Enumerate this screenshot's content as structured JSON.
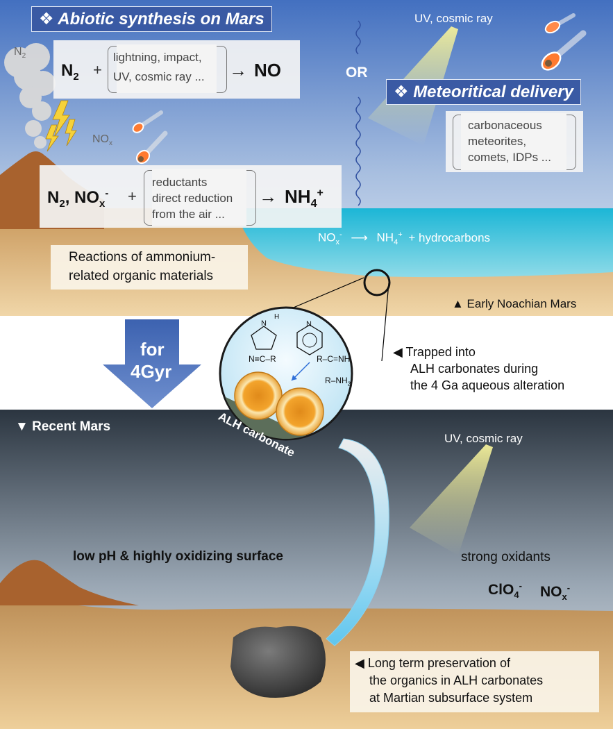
{
  "colors": {
    "banner": "#3a5aa4",
    "sky_top": "#3f6bbd",
    "ocean": "#2fb8d2",
    "sand": "#dfb983",
    "recent_sky": "#2e3945",
    "arrow": "#3a5aa4"
  },
  "top": {
    "banner_abiotic": "Abiotic synthesis on Mars",
    "banner_meteor": "Meteoritical delivery",
    "or": "OR",
    "uv_top": "UV, cosmic ray",
    "n2_cloud": "N",
    "n2_cloud_sub": "2",
    "nox_label": "NO",
    "nox_label_sub": "x",
    "eq1": {
      "lhs": "N",
      "lhs_sub": "2",
      "plus": "+",
      "items": [
        "lightning, impact,",
        "UV, cosmic ray ..."
      ],
      "arrow": "→",
      "product": "NO"
    },
    "meteor_items": [
      "carbonaceous",
      "meteorites,",
      "comets, IDPs ..."
    ],
    "eq2": {
      "lhs_a": "N",
      "lhs_a_sub": "2",
      "lhs_b": ", NO",
      "lhs_b_sub": "x",
      "lhs_b_sup": "-",
      "plus": "+",
      "items": [
        "reductants",
        "direct reduction",
        "from the air ..."
      ],
      "arrow": "→",
      "product": "NH",
      "product_sub": "4",
      "product_sup": "+"
    },
    "ocean_reaction": {
      "a": "NO",
      "a_sub": "x",
      "a_sup": "-",
      "arrow": "⟶",
      "b": "NH",
      "b_sub": "4",
      "b_sup": "+",
      "c": "+ hydrocarbons"
    },
    "reactions_box": [
      "Reactions of ammonium-",
      "related organic materials"
    ],
    "era_label": "▲ Early Noachian Mars"
  },
  "middle": {
    "for_4gyr": [
      "for",
      "4Gyr"
    ],
    "trapped": [
      "◀  Trapped into",
      "ALH carbonates during",
      "the 4 Ga aqueous alteration"
    ],
    "circle_labels": {
      "nitrile": "N≡C–R",
      "imine": "R–C=NH",
      "amine": "R–NH",
      "amine_sub": "2",
      "pyrrole_h": "H",
      "pyrrole_n": "N",
      "pyridine_n": "N",
      "band": "ALH carbonate"
    }
  },
  "bottom": {
    "era_label": "▼ Recent Mars",
    "uv": "UV, cosmic ray",
    "surface": "low pH & highly oxidizing surface",
    "oxidants_title": "strong oxidants",
    "clo4": "ClO",
    "clo4_sub": "4",
    "clo4_sup": "-",
    "nox": "NO",
    "nox_sub": "x",
    "nox_sup": "-",
    "preservation": [
      "◀ Long term preservation of",
      "the organics in ALH carbonates",
      "at Martian subsurface system"
    ]
  }
}
